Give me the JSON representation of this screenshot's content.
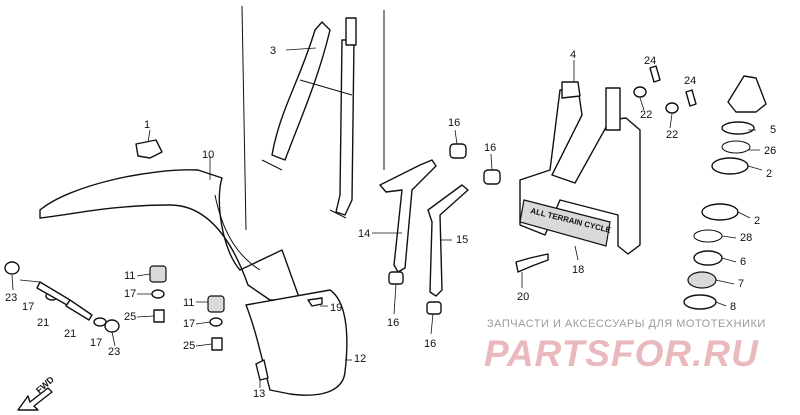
{
  "diagram": {
    "callouts": [
      {
        "id": "c1",
        "text": "1"
      },
      {
        "id": "c2a",
        "text": "2"
      },
      {
        "id": "c2b",
        "text": "2"
      },
      {
        "id": "c3",
        "text": "3"
      },
      {
        "id": "c4",
        "text": "4"
      },
      {
        "id": "c5",
        "text": "5"
      },
      {
        "id": "c6",
        "text": "6"
      },
      {
        "id": "c7",
        "text": "7"
      },
      {
        "id": "c8",
        "text": "8"
      },
      {
        "id": "c10",
        "text": "10"
      },
      {
        "id": "c11a",
        "text": "11"
      },
      {
        "id": "c11b",
        "text": "11"
      },
      {
        "id": "c12",
        "text": "12"
      },
      {
        "id": "c13",
        "text": "13"
      },
      {
        "id": "c14",
        "text": "14"
      },
      {
        "id": "c15",
        "text": "15"
      },
      {
        "id": "c16a",
        "text": "16"
      },
      {
        "id": "c16b",
        "text": "16"
      },
      {
        "id": "c16c",
        "text": "16"
      },
      {
        "id": "c16d",
        "text": "16"
      },
      {
        "id": "c17a",
        "text": "17"
      },
      {
        "id": "c17b",
        "text": "17"
      },
      {
        "id": "c17c",
        "text": "17"
      },
      {
        "id": "c17d",
        "text": "17"
      },
      {
        "id": "c18",
        "text": "18"
      },
      {
        "id": "c19",
        "text": "19"
      },
      {
        "id": "c20",
        "text": "20"
      },
      {
        "id": "c21a",
        "text": "21"
      },
      {
        "id": "c21b",
        "text": "21"
      },
      {
        "id": "c22a",
        "text": "22"
      },
      {
        "id": "c22b",
        "text": "22"
      },
      {
        "id": "c23a",
        "text": "23"
      },
      {
        "id": "c23b",
        "text": "23"
      },
      {
        "id": "c24a",
        "text": "24"
      },
      {
        "id": "c24b",
        "text": "24"
      },
      {
        "id": "c25a",
        "text": "25"
      },
      {
        "id": "c25b",
        "text": "25"
      },
      {
        "id": "c26",
        "text": "26"
      },
      {
        "id": "c28",
        "text": "28"
      }
    ],
    "fwd_label": "FWD",
    "frame_stripe_text": "ALL TERRAIN CYCLE"
  },
  "watermark": {
    "subtitle": "ЗАПЧАСТИ И АКСЕССУАРЫ ДЛЯ МОТОТЕХНИКИ",
    "brand": "PARTSFOR.RU"
  },
  "colors": {
    "line": "#111111",
    "watermark_brand": "#e9b9bd",
    "watermark_subtitle": "#9a9a9a"
  }
}
